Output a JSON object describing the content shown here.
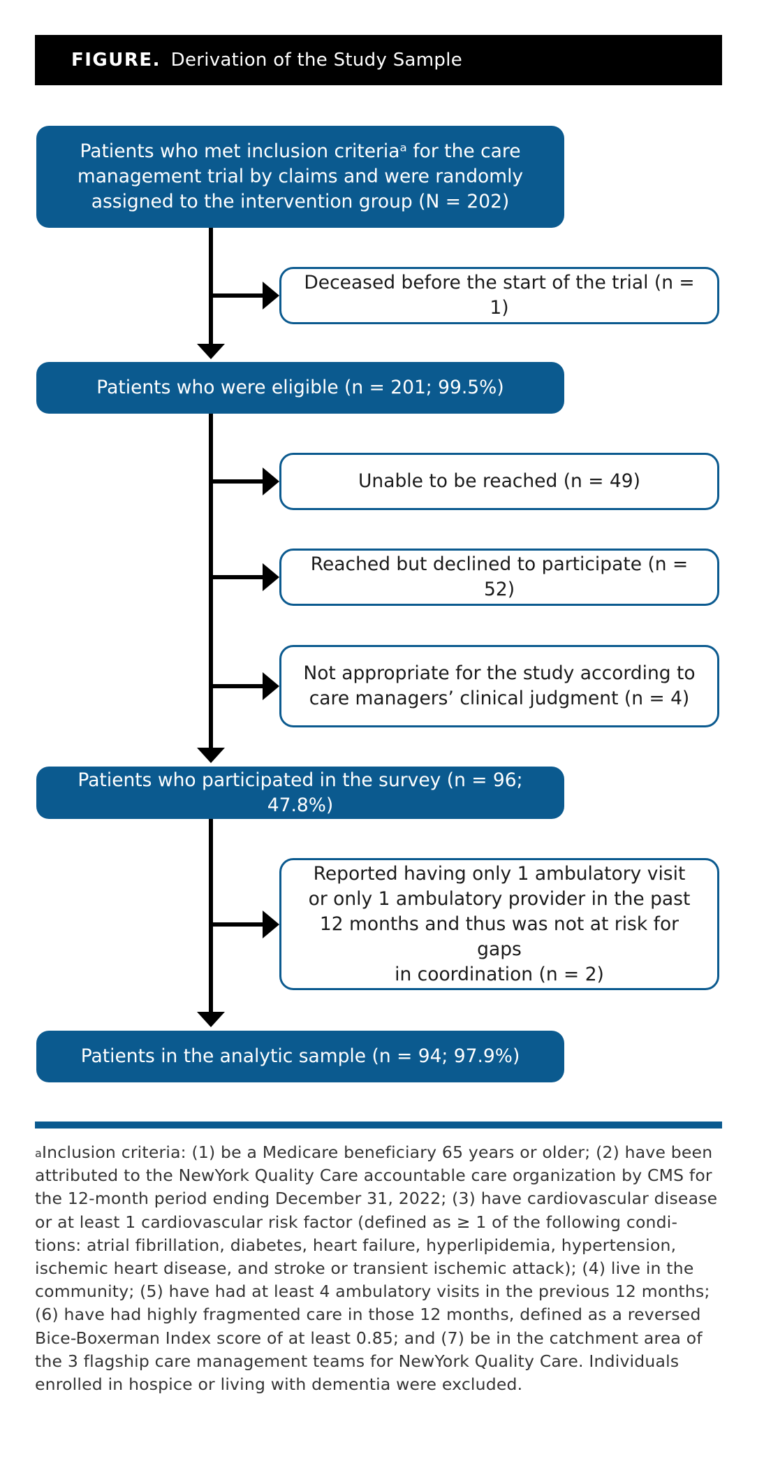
{
  "figure": {
    "label": "FIGURE.",
    "title": "Derivation of the Study Sample"
  },
  "nodes": {
    "randomized": "Patients who met inclusion criteriaᵃ for the care\nmanagement trial by claims and were randomly\nassigned to the intervention group (N = 202)",
    "eligible": "Patients who were eligible (n = 201; 99.5%)",
    "participated": "Patients who participated in the survey (n = 96; 47.8%)",
    "analytic": "Patients in the analytic sample (n = 94; 97.9%)"
  },
  "exclusions": {
    "deceased": "Deceased before the start of the trial (n = 1)",
    "unreachable": "Unable to be reached (n = 49)",
    "declined": "Reached but declined to participate (n = 52)",
    "not_appropriate": "Not appropriate for the study according to\ncare managers’ clinical judgment (n = 4)",
    "single_visit": "Reported having only 1 ambulatory visit\nor only 1 ambulatory provider in the past\n12 months and thus was not at risk for gaps\nin coordination (n = 2)"
  },
  "footnote": {
    "marker": "a",
    "text": "Inclusion criteria: (1) be a Medicare beneficiary 65 years or older; (2) have been\nattributed to the NewYork Quality Care accountable care organization by CMS for\nthe 12-month period ending December 31, 2022; (3) have cardiovascular disease\nor at least 1 cardiovascular risk factor (defined as ≥ 1 of the following condi-\ntions: atrial fibrillation, diabetes, heart failure, hyperlipidemia, hypertension,\nischemic heart disease, and stroke or transient ischemic attack); (4) live in the\ncommunity; (5) have had at least 4 ambulatory visits in the previous 12 months;\n(6) have had highly fragmented care in those 12 months, defined as a reversed\nBice-Boxerman Index score of at least 0.85; and (7) be in the catchment area of\nthe 3 flagship care management teams for NewYork Quality Care. Individuals\nenrolled in hospice or living with dementia were excluded."
  },
  "colors": {
    "primary": "#0b5a8f",
    "header_bg": "#000000",
    "arrow": "#000000"
  }
}
